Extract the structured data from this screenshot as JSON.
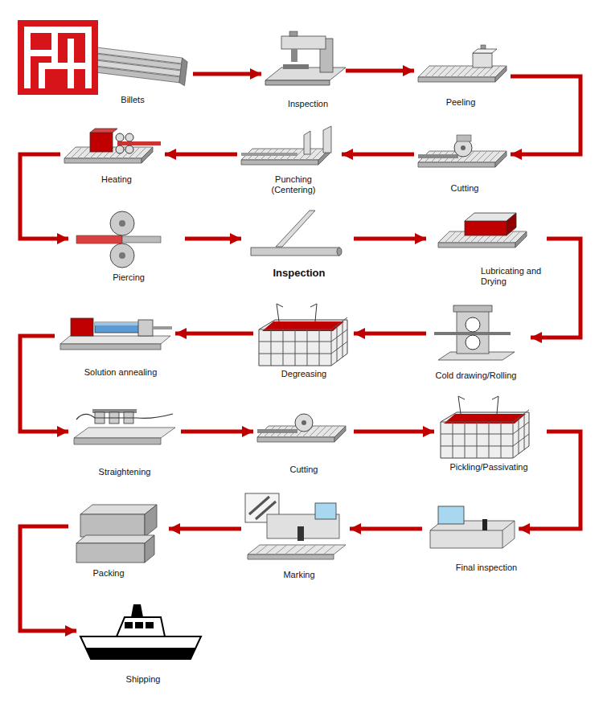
{
  "diagram": {
    "nodes": [
      {
        "text": [
          "Billets"
        ]
      },
      {
        "text": [
          "Inspection"
        ]
      },
      {
        "text": [
          "Peeling"
        ]
      },
      {
        "text": [
          "Cutting"
        ]
      },
      {
        "text": [
          "Punching (Centering)"
        ]
      },
      {
        "text": [
          "Heating"
        ]
      },
      {
        "text": [
          "Piercing"
        ]
      },
      {
        "text": [
          "Inspection"
        ]
      },
      {
        "text": [
          "Lubricating and Drying"
        ]
      },
      {
        "text": [
          "Cold drawing/Rolling"
        ]
      },
      {
        "text": [
          "Degreasing"
        ]
      },
      {
        "text": [
          "Solution annealing"
        ]
      },
      {
        "text": [
          "Straightening"
        ]
      },
      {
        "text": [
          "Cutting"
        ]
      },
      {
        "text": [
          "Pickling/Passivating"
        ]
      },
      {
        "text": [
          "Final inspection"
        ]
      },
      {
        "text": [
          "Marking"
        ]
      },
      {
        "text": [
          "Packing"
        ]
      },
      {
        "text": [
          "Shipping"
        ]
      }
    ],
    "edges": [
      {
        "from": 0,
        "to": 1,
        "arrow": "to"
      },
      {
        "from": 1,
        "to": 2,
        "arrow": "to"
      },
      {
        "from": 2,
        "to": 3,
        "arrow": "to"
      },
      {
        "from": 3,
        "to": 4,
        "arrow": "to"
      },
      {
        "from": 4,
        "to": 5,
        "arrow": "to"
      },
      {
        "from": 5,
        "to": 6,
        "arrow": "to"
      },
      {
        "from": 6,
        "to": 7,
        "arrow": "to"
      },
      {
        "from": 7,
        "to": 8,
        "arrow": "to"
      },
      {
        "from": 8,
        "to": 9,
        "arrow": "to"
      },
      {
        "from": 9,
        "to": 10,
        "arrow": "to"
      },
      {
        "from": 10,
        "to": 11,
        "arrow": "to"
      },
      {
        "from": 11,
        "to": 12,
        "arrow": "to"
      },
      {
        "from": 12,
        "to": 13,
        "arrow": "to"
      },
      {
        "from": 13,
        "to": 14,
        "arrow": "to"
      },
      {
        "from": 14,
        "to": 15,
        "arrow": "to"
      },
      {
        "from": 15,
        "to": 16,
        "arrow": "to"
      },
      {
        "from": 16,
        "to": 17,
        "arrow": "to"
      },
      {
        "from": 17,
        "to": 18,
        "arrow": "to"
      }
    ]
  }
}
